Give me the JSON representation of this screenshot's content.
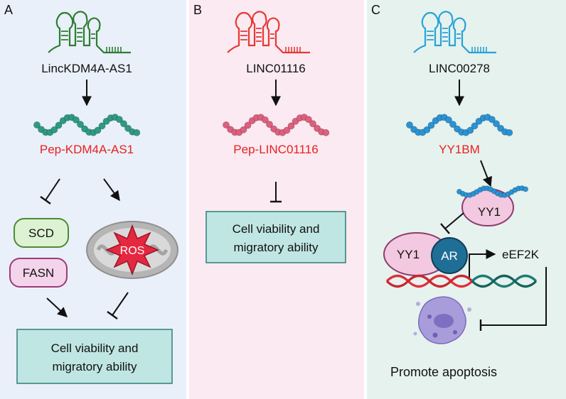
{
  "panels": [
    {
      "letter": "A",
      "bg": "#e9f0f9"
    },
    {
      "letter": "B",
      "bg": "#fbeaf1"
    },
    {
      "letter": "C",
      "bg": "#e6f2ee"
    }
  ],
  "panel_a": {
    "rna": "LincKDM4A-AS1",
    "peptide": "Pep-KDM4A-AS1",
    "scd": "SCD",
    "fasn": "FASN",
    "ros": "ROS",
    "outcome_line1": "Cell viability and",
    "outcome_line2": "migratory ability"
  },
  "panel_b": {
    "rna": "LINC01116",
    "peptide": "Pep-LINC01116",
    "outcome_line1": "Cell viability and",
    "outcome_line2": "migratory ability"
  },
  "panel_c": {
    "rna": "LINC00278",
    "peptide": "YY1BM",
    "yy1_bound": "YY1",
    "yy1": "YY1",
    "ar": "AR",
    "target": "eEF2K",
    "outcome": "Promote apoptosis"
  },
  "colors": {
    "peptide_label": "#e8201f",
    "rna_green": "#2e7d32",
    "rna_red": "#e53935",
    "rna_blue": "#29a3d6",
    "bead_green": "#2e9a83",
    "bead_pink": "#de5f7e",
    "bead_blue": "#2a93d4",
    "outcome_box": "#bfe6e2"
  }
}
